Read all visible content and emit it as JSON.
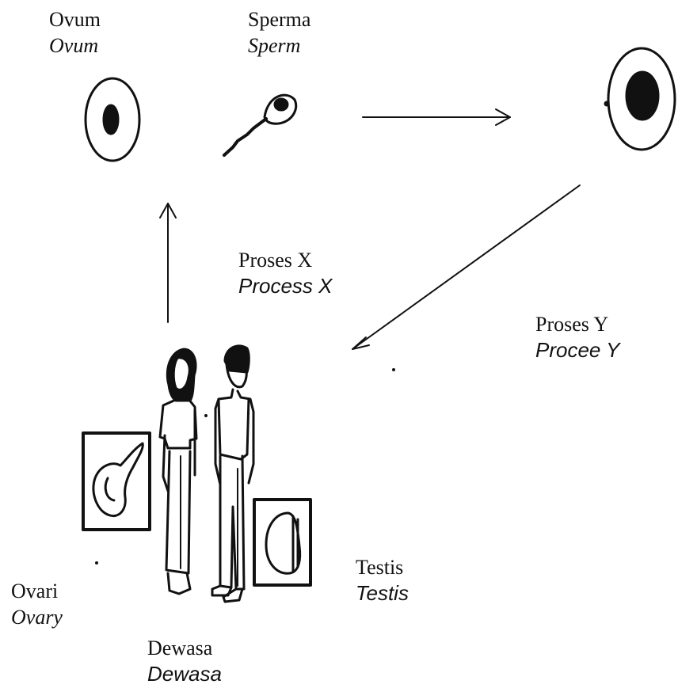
{
  "labels": {
    "ovum": {
      "malay": "Ovum",
      "english": "Ovum"
    },
    "sperm": {
      "malay": "Sperma",
      "english": "Sperm"
    },
    "process_x": {
      "malay": "Proses X",
      "english": "Process X"
    },
    "process_y": {
      "malay": "Proses Y",
      "english": "Procee Y"
    },
    "testis": {
      "malay": "Testis",
      "english": "Testis"
    },
    "ovary": {
      "malay": "Ovari",
      "english": "Ovary"
    },
    "adult": {
      "malay": "Dewasa",
      "english": "Dewasa"
    }
  },
  "colors": {
    "ink": "#111111",
    "background": "#ffffff"
  }
}
